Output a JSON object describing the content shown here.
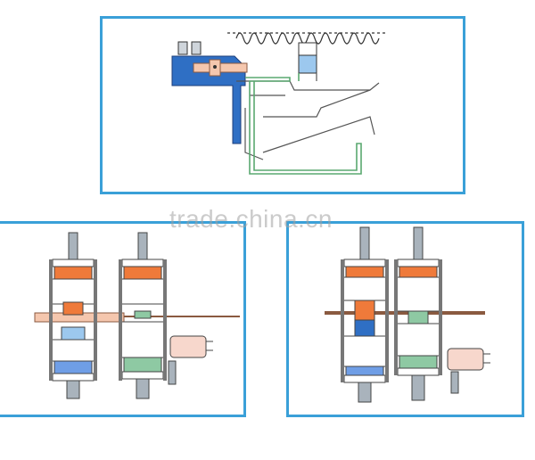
{
  "watermark": "trade.china.cn",
  "colors": {
    "frame": "#3aa0d8",
    "blue_part": "#2f6fc4",
    "orange_part": "#ef7a3a",
    "salmon_plate": "#f5c7ae",
    "green_part": "#8ec9a3",
    "light_blue_part": "#9cc8ee",
    "gray_bolt": "#a9b3bc",
    "switch_body": "#f7d7cc"
  },
  "panels": [
    {
      "name": "top-mechanism-diagram"
    },
    {
      "name": "left-contact-diagram"
    },
    {
      "name": "right-contact-diagram"
    }
  ]
}
